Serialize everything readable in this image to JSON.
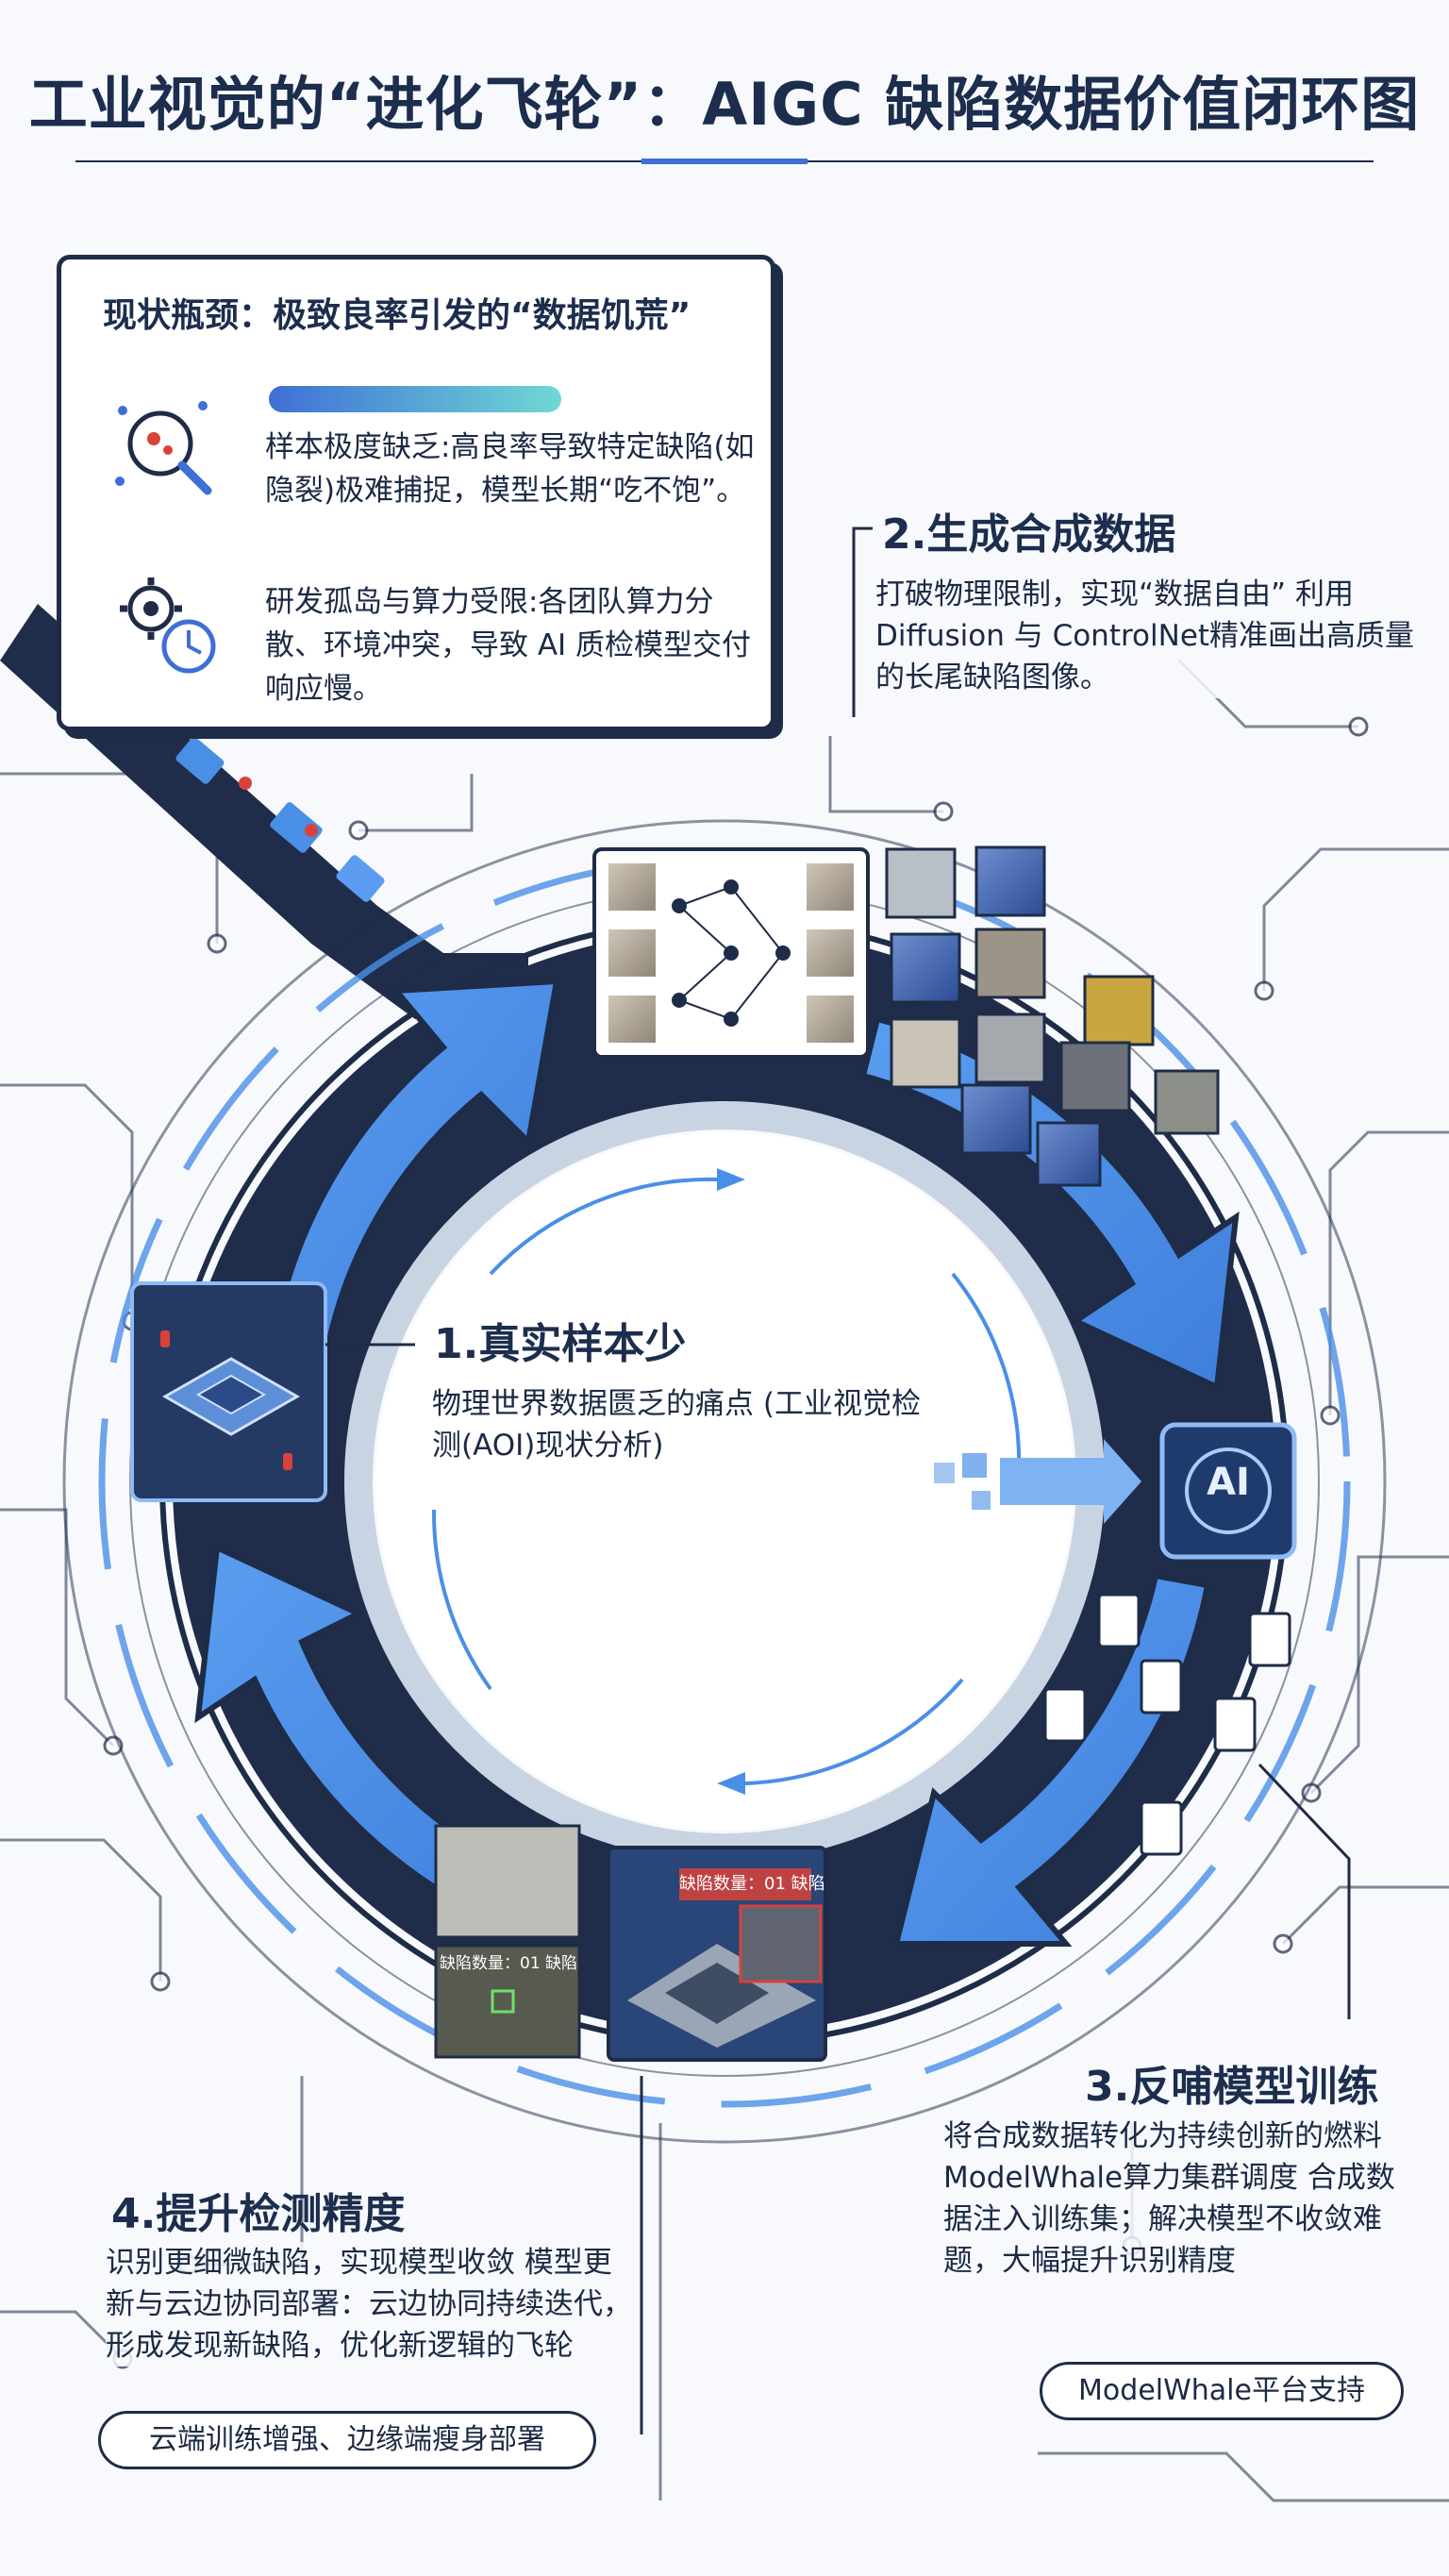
{
  "title": "工业视觉的“进化飞轮”：AIGC 缺陷数据价值闭环图",
  "status_panel": {
    "title": "现状瓶颈：极致良率引发的“数据饥荒”",
    "issues": [
      {
        "icon": "magnifier-defect-icon",
        "text": "样本极度缺乏:高良率导致特定缺陷(如隐裂)极难捕捉，模型长期“吃不饱”。"
      },
      {
        "icon": "gear-clock-icon",
        "text": "研发孤岛与算力受限:各团队算力分散、环境冲突，导致 AI 质检模型交付响应慢。"
      }
    ]
  },
  "steps": [
    {
      "title": "1.真实样本少",
      "text": "物理世界数据匮乏的痛点 (工业视觉检测(AOI)现状分析)"
    },
    {
      "title": "2.生成合成数据",
      "text": "打破物理限制，实现“数据自由” 利用 Diffusion 与 ControlNet精准画出高质量的长尾缺陷图像。"
    },
    {
      "title": "3.反哺模型训练",
      "text": "将合成数据转化为持续创新的燃料 ModelWhale算力集群调度 合成数据注入训练集；解决模型不收敛难题，大幅提升识别精度",
      "pill": "ModelWhale平台支持"
    },
    {
      "title": "4.提升检测精度",
      "text": "识别更细微缺陷，实现模型收敛 模型更新与云边协同部署：云边协同持续迭代，形成发现新缺陷，优化新逻辑的飞轮",
      "pill": "云端训练增强、边缘端瘦身部署"
    }
  ],
  "ai_badge": "AI",
  "inspection_overlay": {
    "label_a": "缺陷数量：01 缺陷",
    "label_b": "缺陷数量：01 缺陷"
  },
  "colors": {
    "navy": "#1e2c47",
    "ring": "#1f2d4a",
    "arrow": "#4a8fe6",
    "accent": "#3f6fd6",
    "teal": "#6fd8d4",
    "defect_red": "#d9423a"
  }
}
